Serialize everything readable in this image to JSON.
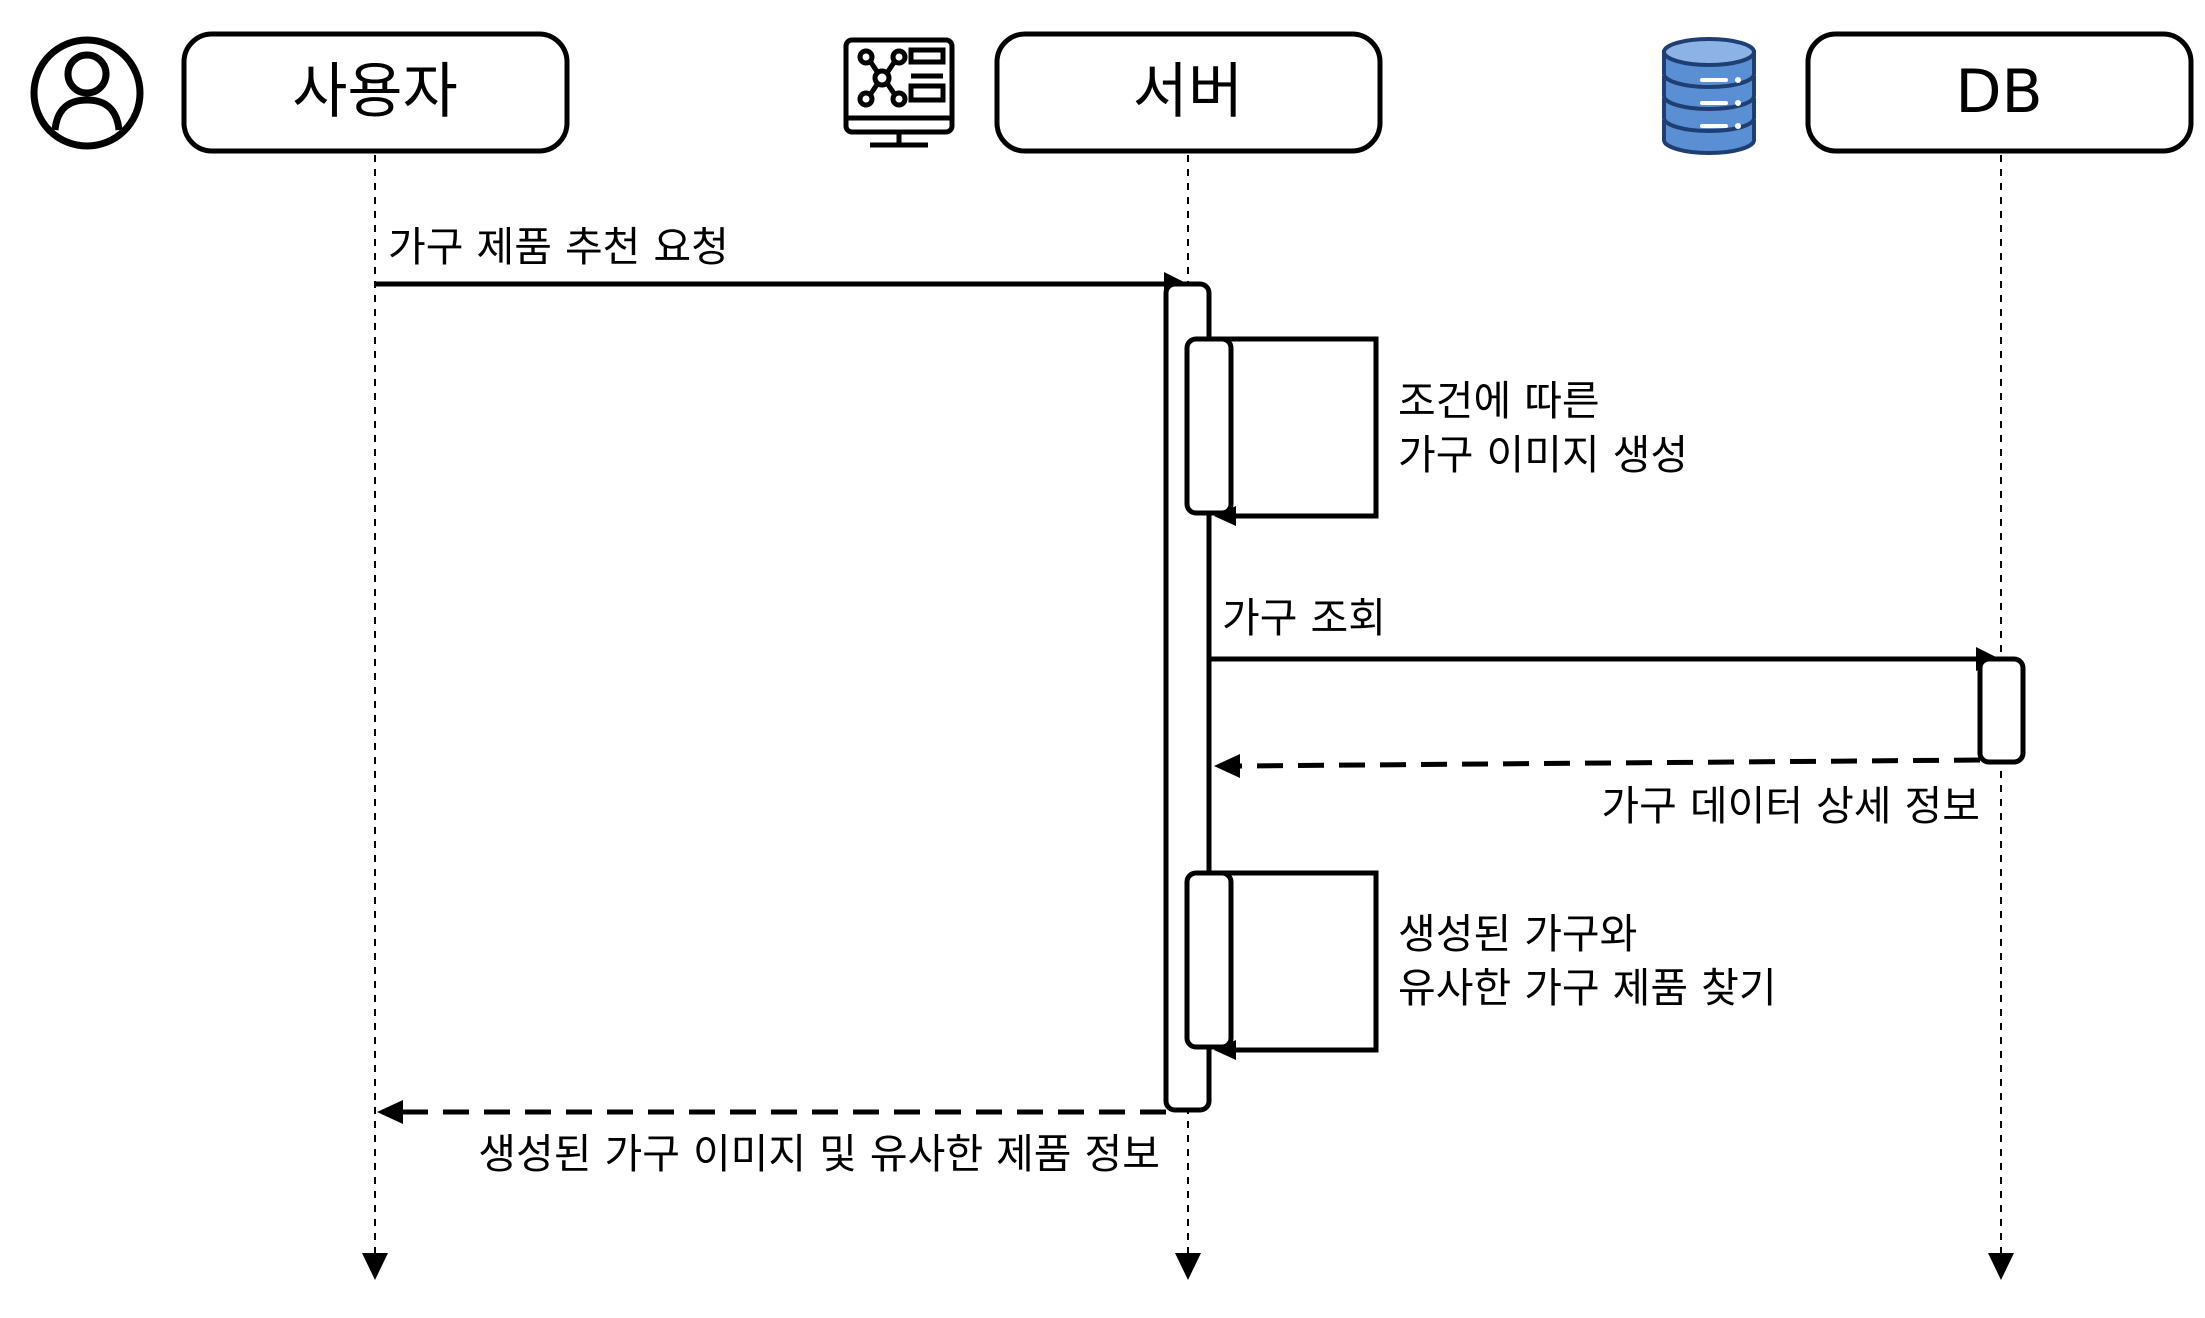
{
  "participants": [
    {
      "id": "user",
      "label": "사용자",
      "icon": "person-icon"
    },
    {
      "id": "server",
      "label": "서버",
      "icon": "server-monitor-icon"
    },
    {
      "id": "db",
      "label": "DB",
      "icon": "database-icon"
    }
  ],
  "messages": {
    "m1": "가구 제품 추천 요청",
    "self1_line1": "조건에 따른",
    "self1_line2": "가구 이미지 생성",
    "m2": "가구 조회",
    "m3": "가구 데이터 상세 정보",
    "self2_line1": "생성된 가구와",
    "self2_line2": "유사한 가구 제품 찾기",
    "m4": "생성된 가구 이미지 및 유사한 제품 정보"
  },
  "colors": {
    "line": "#000000",
    "background": "#ffffff",
    "db_icon": "#5b8fd4",
    "db_icon_stroke": "#1f3f73"
  }
}
